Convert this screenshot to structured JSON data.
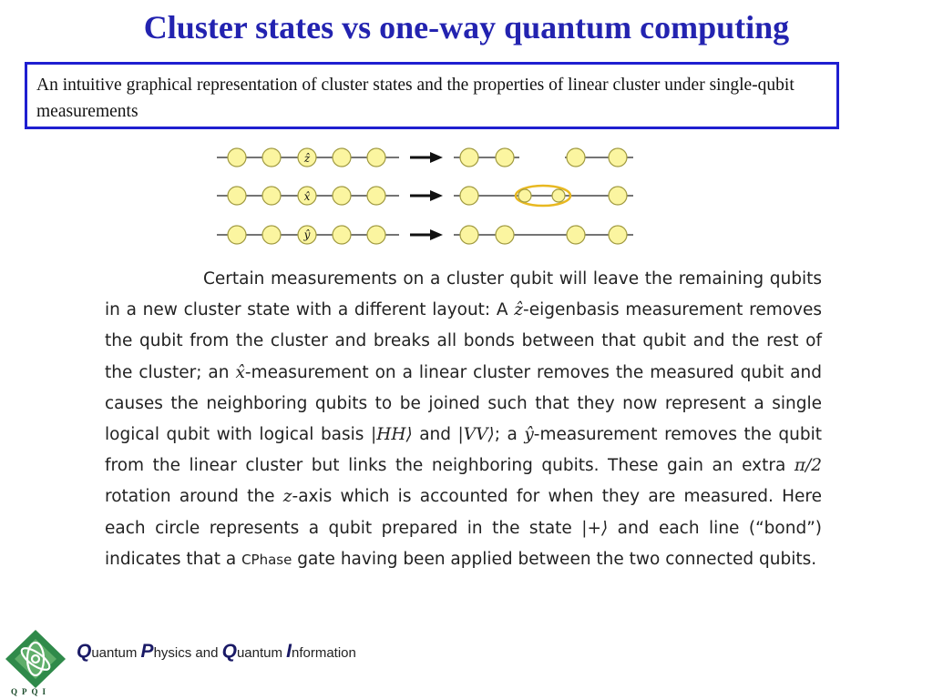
{
  "slide": {
    "title": "Cluster states vs one-way quantum computing",
    "caption": "An intuitive graphical representation of cluster states and the properties of linear cluster under single-qubit measurements"
  },
  "diagram": {
    "rows": [
      {
        "measured_label": "ẑ",
        "result": "z-measurement breaks bonds"
      },
      {
        "measured_label": "x̂",
        "result": "x-measurement joins neighbours"
      },
      {
        "measured_label": "ŷ",
        "result": "y-measurement links neighbours"
      }
    ],
    "colors": {
      "qubit_fill": "#fbf5a0",
      "qubit_stroke": "#a09a40",
      "highlight": "#e8b820",
      "line": "#222222"
    }
  },
  "body": {
    "p1": "Certain measurements on a cluster qubit will leave the remaining qubits in a new cluster state with a different layout: A ",
    "zhat": "ẑ",
    "p2": "-eigenbasis measurement removes the qubit from the cluster and breaks all bonds between that qubit and the rest of the cluster; an ",
    "xhat": "x̂",
    "p3": "-measurement on a linear cluster removes the measured qubit and causes the neighboring qubits to be joined such that they now represent a single logical qubit with logical basis ",
    "hh": "|HH⟩",
    "and1": " and ",
    "vv": "|VV⟩",
    "p4": "; a ",
    "yhat": "ŷ",
    "p5": "-measurement removes the qubit from the linear cluster but links the neighboring qubits. These gain an extra ",
    "pi2": "π/2",
    "p6": " rotation around the ",
    "zvar": "z",
    "p7": "-axis which is accounted for when they are measured. Here each circle represents a qubit prepared in the state ",
    "plus": "|+⟩",
    "p8": " and each line (“bond”) indicates that a ",
    "cphase": "CPhase",
    "p9": " gate having been applied between the two connected qubits."
  },
  "footer": {
    "q1": "Q",
    "w1": "uantum ",
    "p": "P",
    "w2": "hysics and ",
    "q2": "Q",
    "w3": "uantum ",
    "i": "I",
    "w4": "nformation",
    "badge": "QPQI"
  }
}
